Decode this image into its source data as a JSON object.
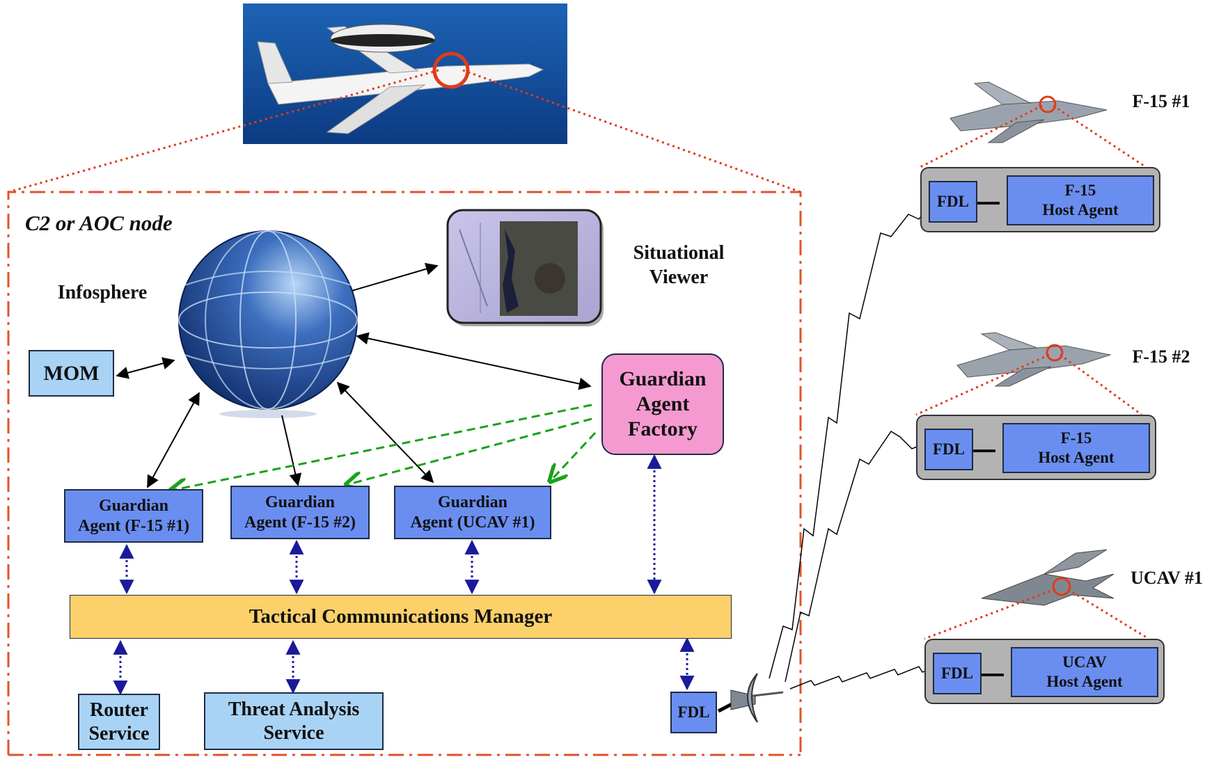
{
  "node": {
    "title": "C2 or AOC node",
    "infosphere_label": "Infosphere",
    "viewer_label_line1": "Situational",
    "viewer_label_line2": "Viewer",
    "mom_label": "MOM",
    "factory": {
      "line1": "Guardian",
      "line2": "Agent",
      "line3": "Factory"
    },
    "guardian_agents": [
      {
        "line1": "Guardian",
        "line2": "Agent (F-15 #1)"
      },
      {
        "line1": "Guardian",
        "line2": "Agent (F-15 #2)"
      },
      {
        "line1": "Guardian",
        "line2": "Agent (UCAV #1)"
      }
    ],
    "tcm_label": "Tactical Communications Manager",
    "router": {
      "line1": "Router",
      "line2": "Service"
    },
    "threat": {
      "line1": "Threat Analysis",
      "line2": "Service"
    },
    "fdl_label": "FDL"
  },
  "aircraft": [
    {
      "name": "F-15 #1",
      "fdl": "FDL",
      "agent_line1": "F-15",
      "agent_line2": "Host Agent"
    },
    {
      "name": "F-15 #2",
      "fdl": "FDL",
      "agent_line1": "F-15",
      "agent_line2": "Host Agent"
    },
    {
      "name": "UCAV #1",
      "fdl": "FDL",
      "agent_line1": "UCAV",
      "agent_line2": "Host Agent"
    }
  ],
  "colors": {
    "node_border": "#e0522a",
    "zoom_lines": "#e03b1a",
    "agent_box": "#6a8ef0",
    "light_box": "#a9d3f5",
    "factory_box": "#f59ad0",
    "tcm_bar": "#fcd06a",
    "dashed_green": "#1aa31a",
    "dotted_blue": "#1a1a9a"
  }
}
